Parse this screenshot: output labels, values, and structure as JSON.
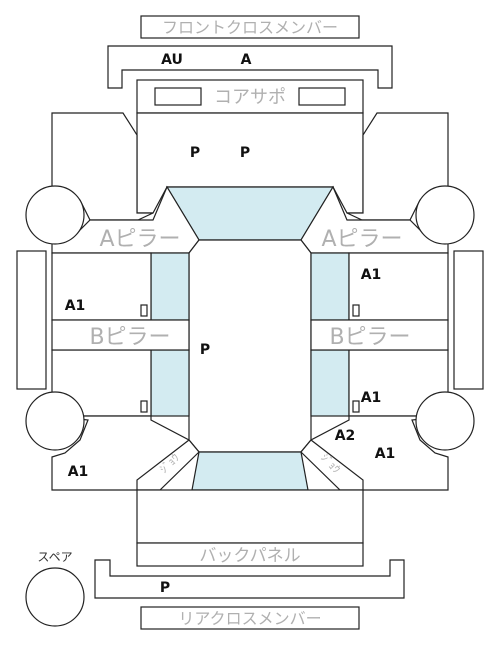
{
  "labels": {
    "front_cross_member": "フロントクロスメンバー",
    "core_support": "コアサポ",
    "a_pillar": "Aピラー",
    "b_pillar": "Bピラー",
    "back_panel": "バックパネル",
    "rear_cross_member": "リアクロスメンバー",
    "spare": "スペア",
    "diagonal": "ｼﾞｮｳ"
  },
  "marks": {
    "front_member_au": "AU",
    "front_member_a": "A",
    "core_left_p": "P",
    "core_right_p": "P",
    "center_p": "P",
    "left_front_a1": "A1",
    "right_front_a1": "A1",
    "right_rear_a1": "A1",
    "right_rear_a2": "A2",
    "right_rear_lower_a1": "A1",
    "left_rear_a1": "A1",
    "rear_member_p": "P"
  },
  "colors": {
    "glass": "#d3ebf1",
    "gray_label": "#b0b0b0",
    "line": "#222222"
  }
}
